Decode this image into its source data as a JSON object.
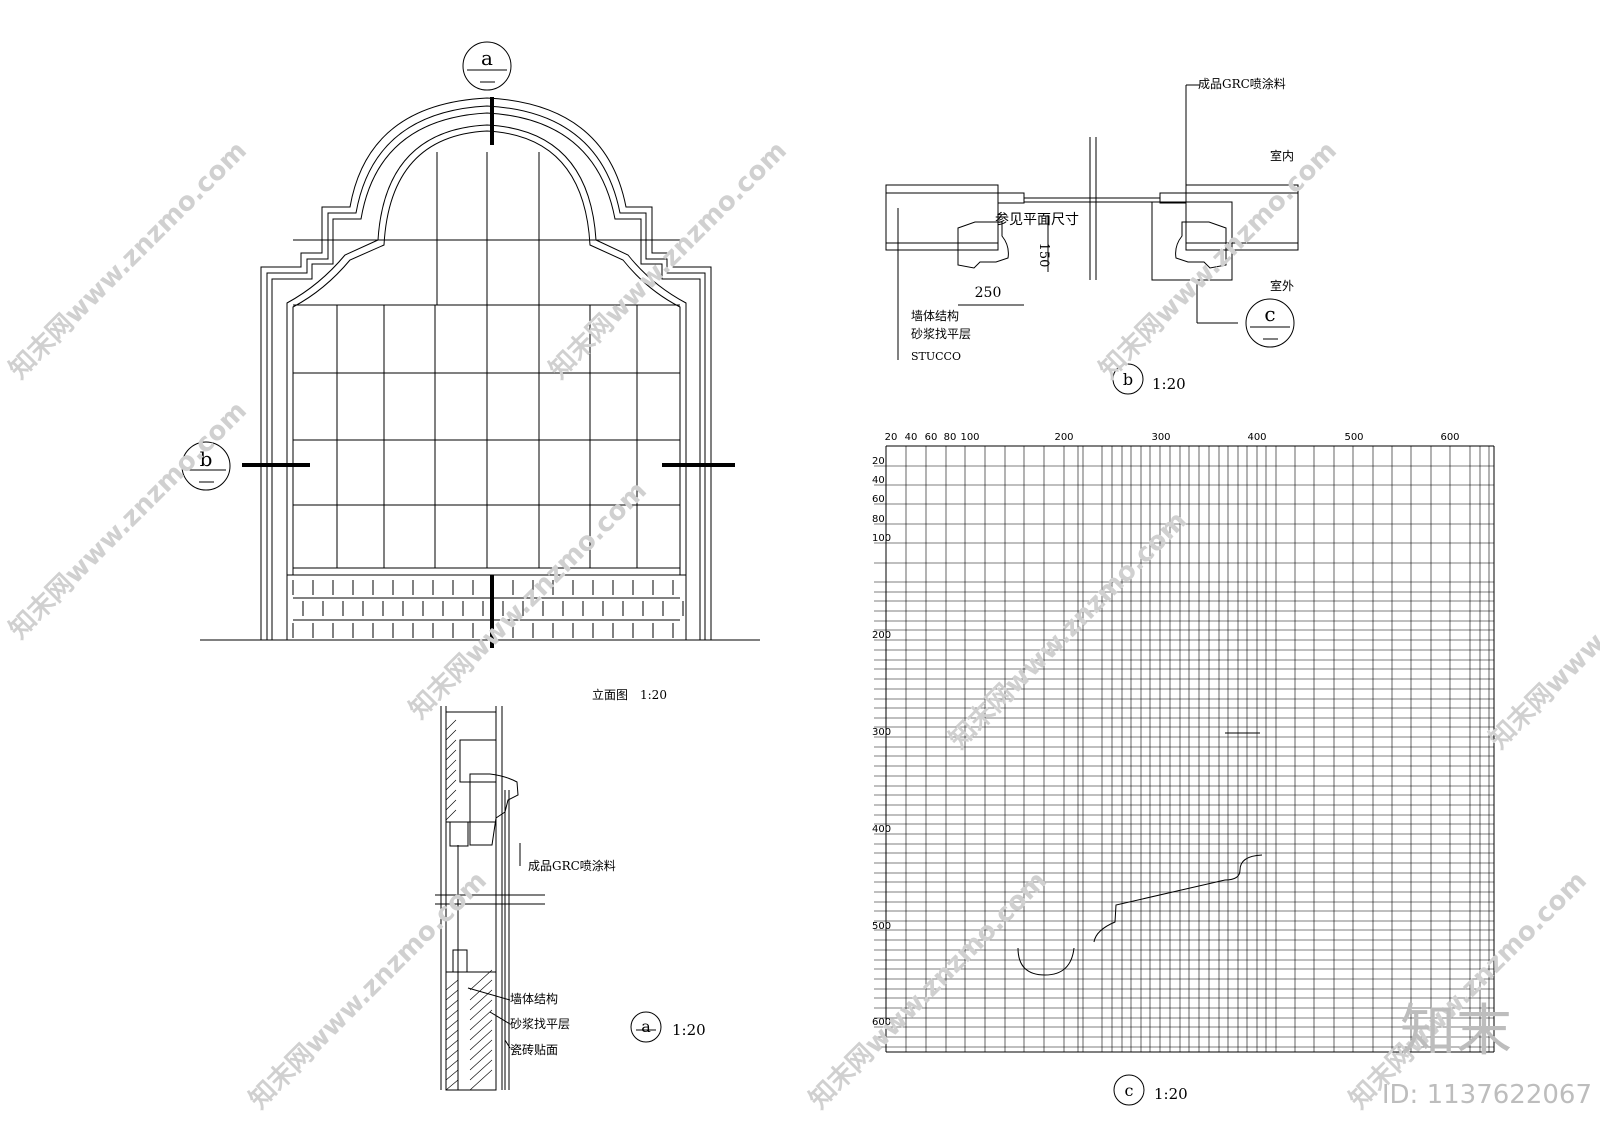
{
  "elevation": {
    "marker_a": "a",
    "marker_b": "b",
    "caption": "立面图",
    "scale": "1:20"
  },
  "section_a": {
    "marker": "a",
    "scale": "1:20",
    "labels": [
      "成品GRC喷涂料",
      "墙体结构",
      "砂浆找平层",
      "瓷砖贴面"
    ]
  },
  "section_b": {
    "marker": "b",
    "scale": "1:20",
    "top_label": "成品GRC喷涂料",
    "interior": "室内",
    "exterior": "室外",
    "dim_note": "参见平面尺寸",
    "dim_150": "150",
    "dim_250": "250",
    "labels": [
      "墙体结构",
      "砂浆找平层",
      "STUCCO"
    ],
    "ref_marker": "c"
  },
  "profile_c": {
    "marker": "c",
    "scale": "1:20",
    "x_ticks": [
      "20",
      "40",
      "60",
      "80",
      "100",
      "200",
      "300",
      "400",
      "500",
      "600"
    ],
    "y_ticks": [
      "20",
      "40",
      "60",
      "80",
      "100",
      "200",
      "300",
      "400",
      "500",
      "600"
    ]
  },
  "watermark": {
    "site": "知末网www.znzmo.com",
    "logo": "知末",
    "id": "ID: 1137622067"
  }
}
